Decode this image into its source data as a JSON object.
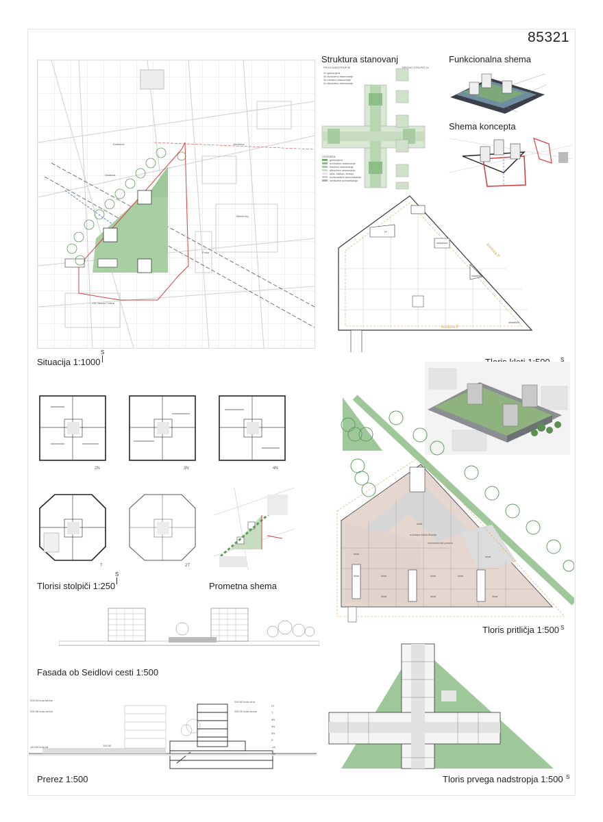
{
  "project_code": "85321",
  "titles": {
    "situation": "Situacija 1:1000",
    "basement": "Tloris kleti 1:500",
    "housing_structure": "Struktura stanovanj",
    "functional_scheme": "Funkcionalna shema",
    "concept_scheme": "Shema koncepta",
    "tower_plans": "Tlorisi stolpiči 1:250",
    "traffic_scheme": "Prometna shema",
    "ground_floor": "Tloris pritličja 1:500",
    "facade": "Fasada ob Seidlovi cesti 1:500",
    "section": "Prerez 1:500",
    "first_floor": "Tloris prvega nadstropja 1:500"
  },
  "north_symbol": "S",
  "tower_labels": [
    "2N",
    "3N",
    "4N",
    "T",
    "2T"
  ],
  "section_levels": {
    "left": [
      "205,04 kota strehe",
      "200,45 kota venca",
      "163,50 kota tal"
    ],
    "right": [
      "204,60 kota vrha",
      "200,20 kota venca"
    ],
    "mid": "164,50",
    "floors": [
      "2T",
      "T",
      "4N",
      "3N",
      "2N",
      "P",
      "-1K",
      "-2K"
    ]
  },
  "housing_legend": {
    "header": "LEGENDA:",
    "items": [
      "garsonjera",
      "dvosobno stanovanje",
      "trisobno stanovanje",
      "štirisobno stanovanje",
      "loža, balkon, terasa",
      "horizontalne komunikacije",
      "vertikalne komunikacije"
    ],
    "ground_list": [
      "2x garsonjera",
      "3x dvosobno stanovanje",
      "3x trisobno stanovanje",
      "2x štirisobno stanovanje"
    ],
    "typ_labels": [
      "PRVO NADSTROPJE",
      "TIPIČNO STOLPIČ 2x"
    ]
  },
  "situation_labels": [
    "Seidlova",
    "Pošta",
    "Kidričeva",
    "Jerebova",
    "Mestni trg",
    "KD Janeza Trdine"
  ],
  "basement_labels": [
    "kontura P",
    "kontura P",
    "skladišče",
    "skladišče",
    "skladišče",
    "TP"
  ],
  "ground_labels": [
    "notranja komunikacija",
    "lokal",
    "lokal",
    "lokal",
    "lokal",
    "lokal",
    "lokal",
    "lokal",
    "lokal",
    "lokal",
    "lokal",
    "večnamenski prostor"
  ],
  "colors": {
    "green": "#9fc89a",
    "green_dark": "#5d9c5a",
    "red_boundary": "#d94040",
    "orange_contour": "#e0a050",
    "gray_fill": "#cfcfcf",
    "pink_fill": "#e6d6d0"
  }
}
